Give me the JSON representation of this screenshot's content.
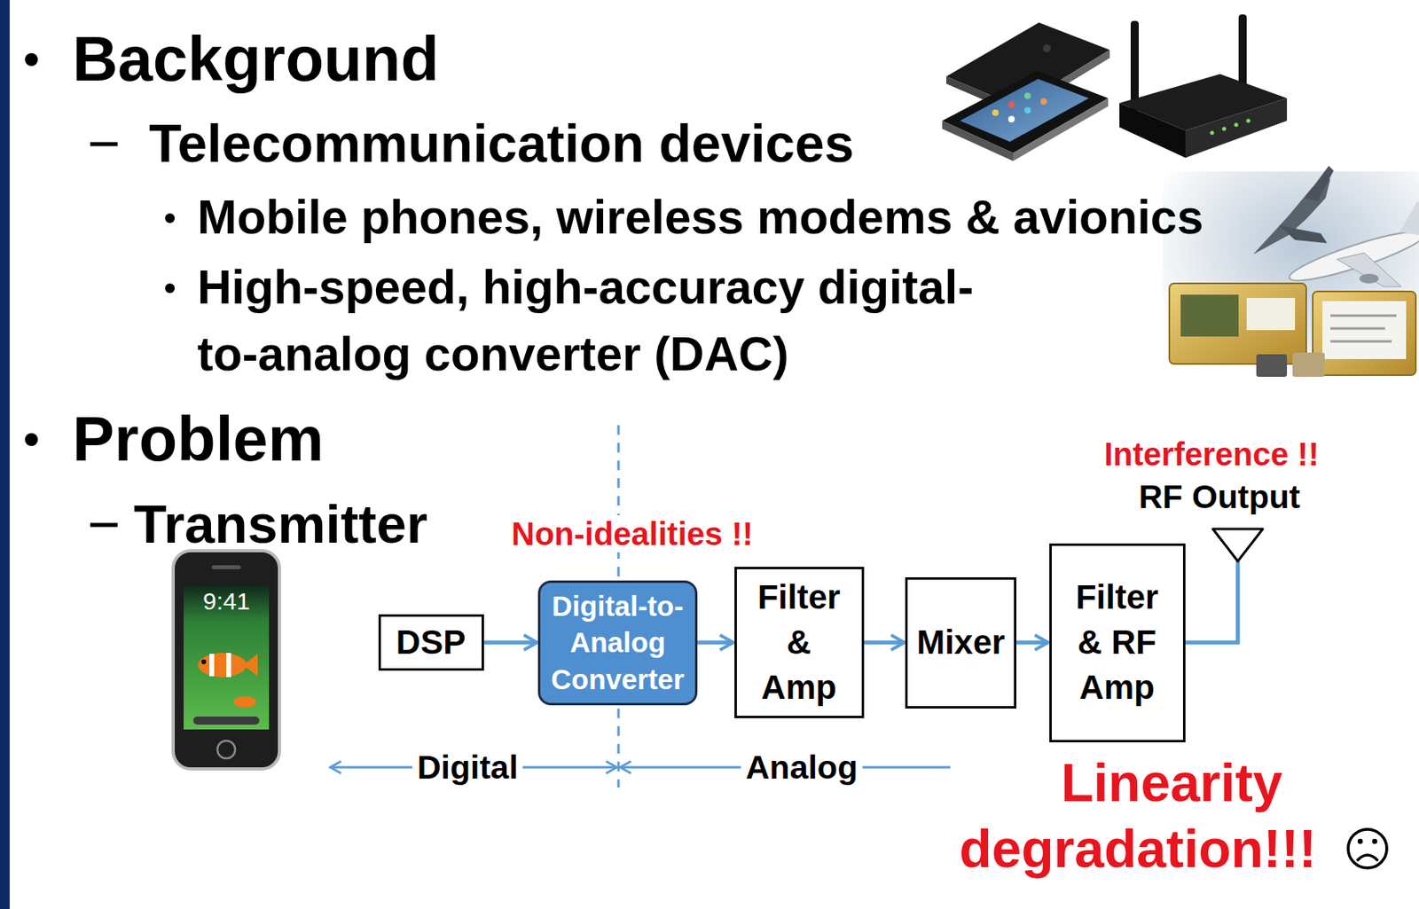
{
  "diagram": {
    "nodes": [
      {
        "text": [
          "DSP"
        ]
      },
      {
        "text": [
          "Digital-to-Analog Converter"
        ]
      },
      {
        "text": [
          "Filter & Amp"
        ]
      },
      {
        "text": [
          "Mixer"
        ]
      },
      {
        "text": [
          "Filter & RF Amp"
        ]
      }
    ],
    "edges": [
      {
        "from": 0,
        "to": 1,
        "arrow": "to"
      },
      {
        "from": 1,
        "to": 2,
        "arrow": "to"
      },
      {
        "from": 2,
        "to": 3,
        "arrow": "to"
      },
      {
        "from": 3,
        "to": 4,
        "arrow": "to"
      }
    ],
    "labels": [
      "Background",
      "Telecommunication devices",
      "Mobile phones, wireless modems & avionics",
      "High-speed, high-accuracy digital-to-analog converter (DAC)",
      "Problem",
      "Transmitter",
      "9:41",
      "Non-idealities !!",
      "Interference !!",
      "RF Output",
      "Digital",
      "Analog",
      "Linearity degradation!!!"
    ]
  }
}
